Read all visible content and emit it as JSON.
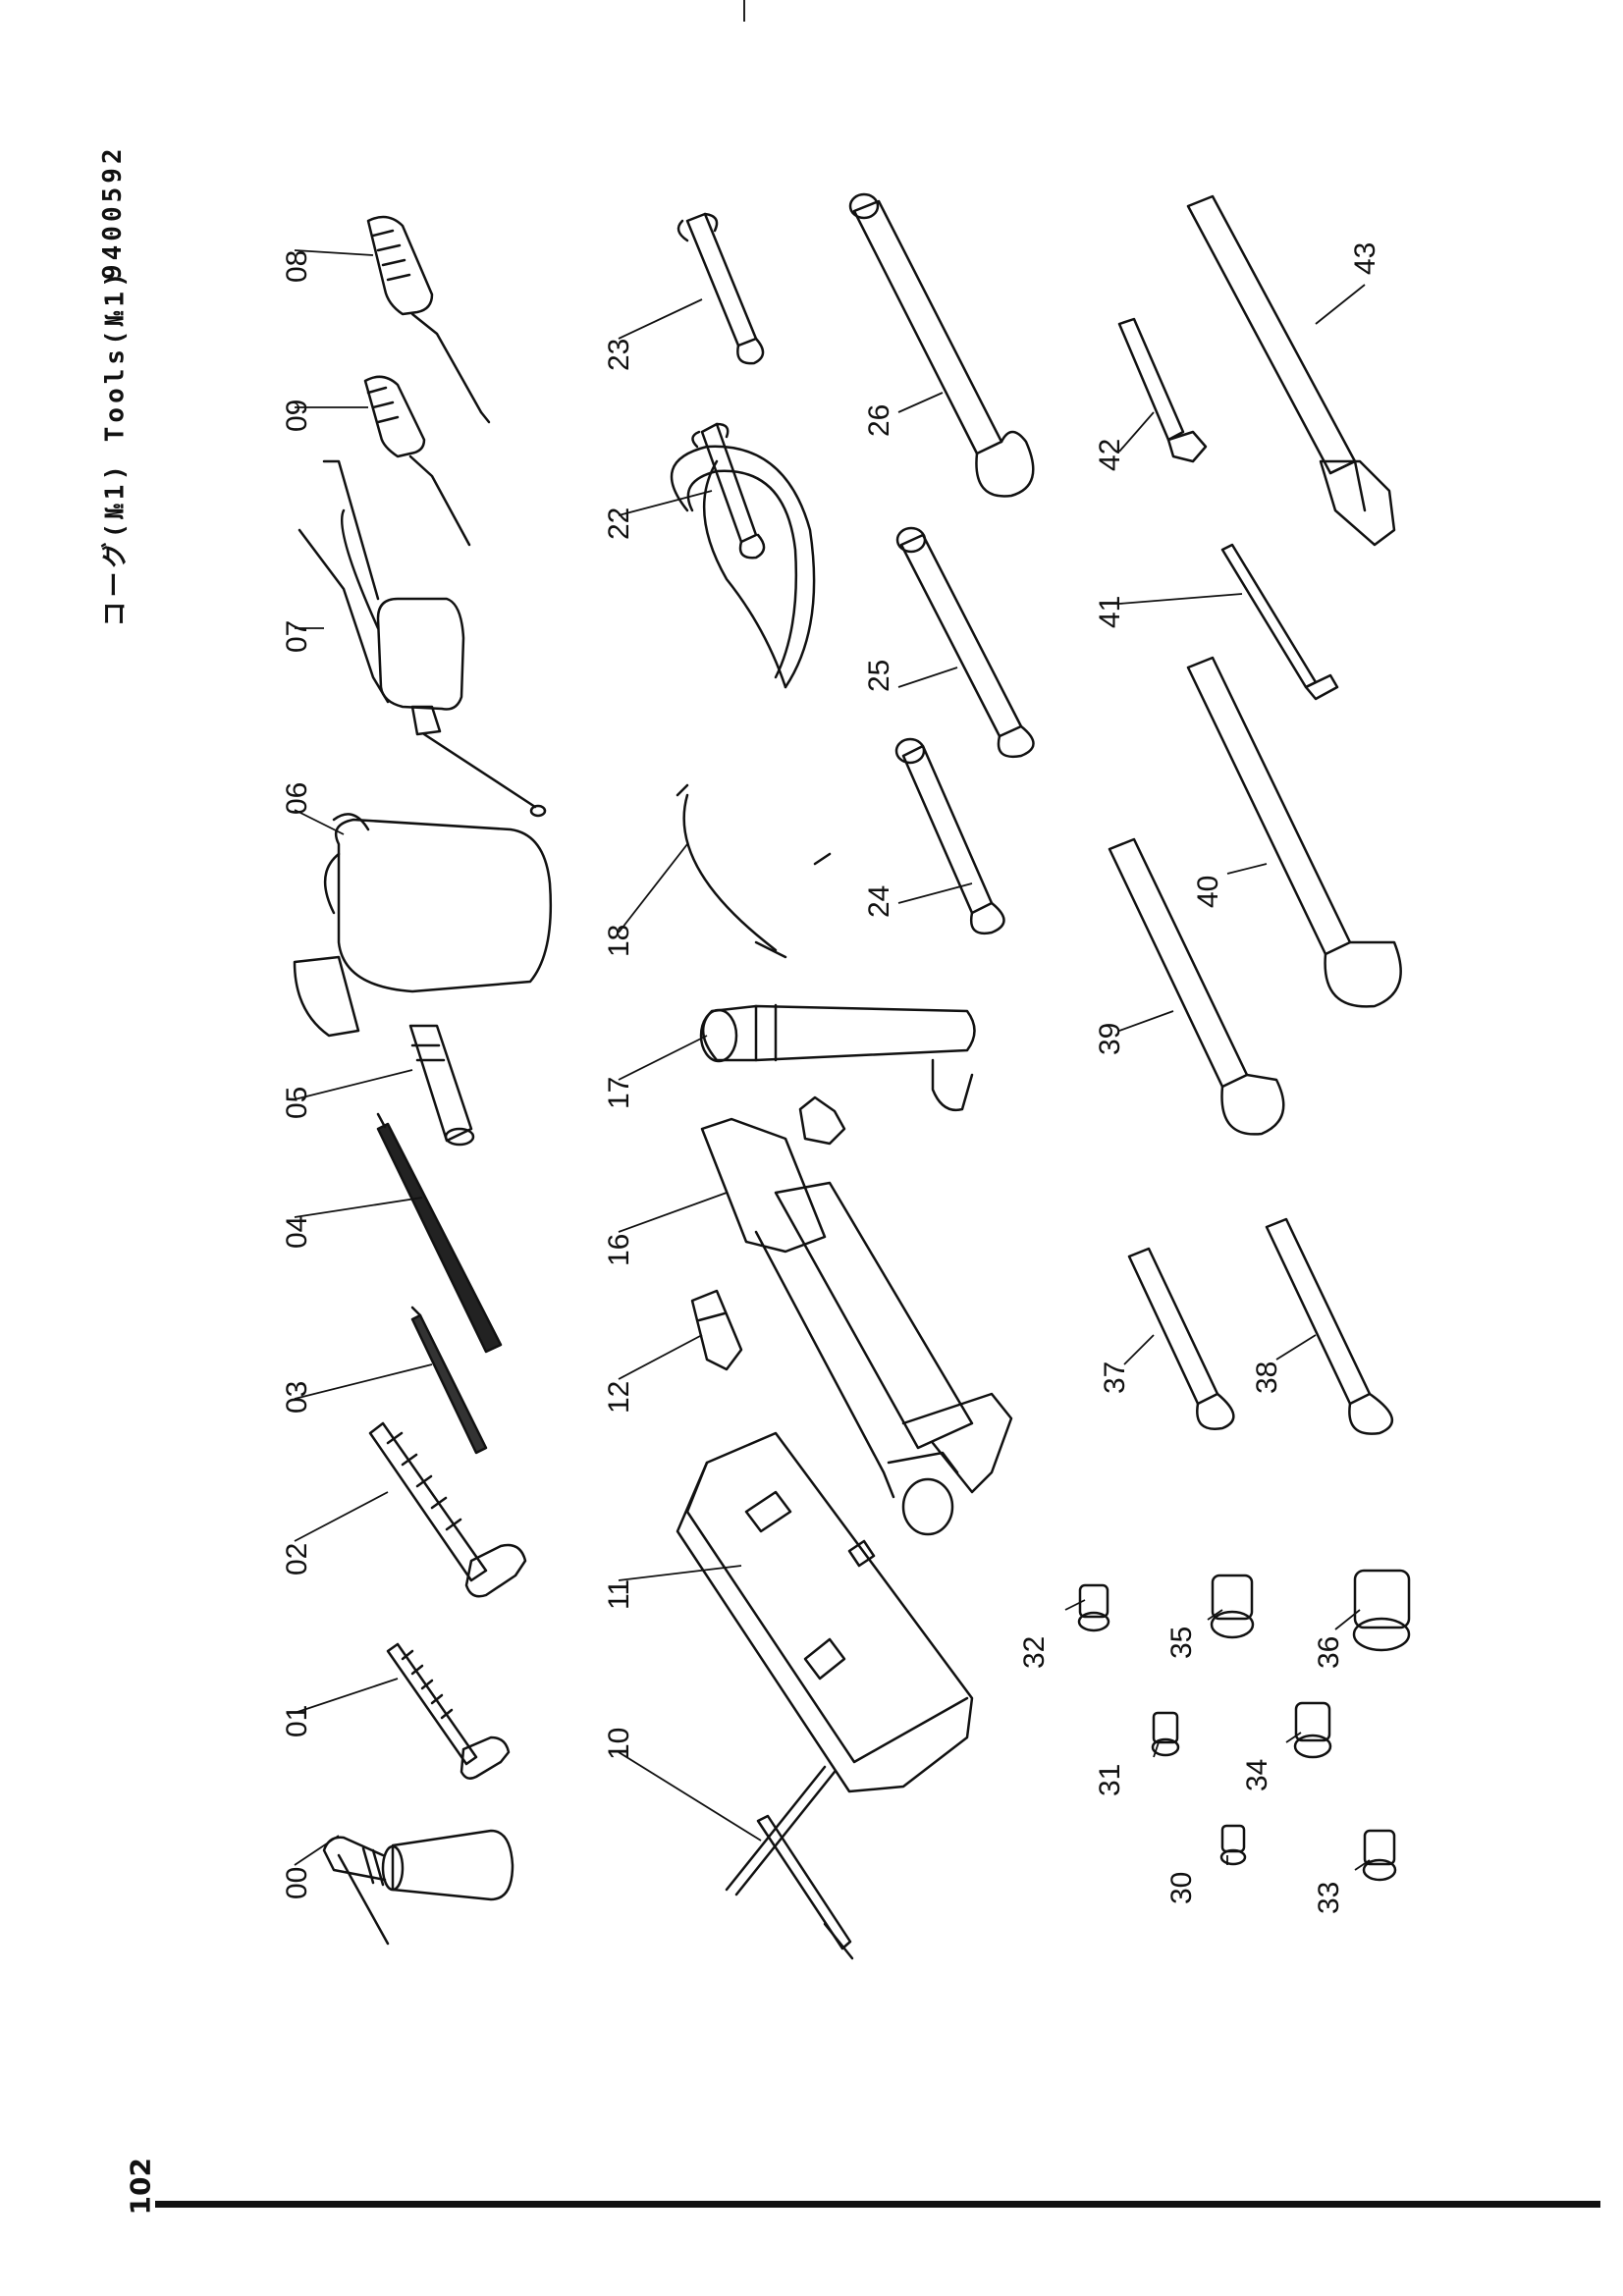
{
  "header": {
    "part_title": "コーグ(№1)  Tools(№1)",
    "part_number": "9400592"
  },
  "page_number": "102",
  "parts": [
    {
      "id": "p00",
      "label": "00",
      "tool": "grease-gun-icon"
    },
    {
      "id": "p01",
      "label": "01",
      "tool": "ball-peen-hammer-small-icon"
    },
    {
      "id": "p02",
      "label": "02",
      "tool": "ball-peen-hammer-icon"
    },
    {
      "id": "p03",
      "label": "03",
      "tool": "file-small-icon"
    },
    {
      "id": "p04",
      "label": "04",
      "tool": "file-large-icon"
    },
    {
      "id": "p05",
      "label": "05",
      "tool": "adapter-icon"
    },
    {
      "id": "p06",
      "label": "06",
      "tool": "oil-jug-icon"
    },
    {
      "id": "p07",
      "label": "07",
      "tool": "grease-pump-icon"
    },
    {
      "id": "p08",
      "label": "08",
      "tool": "screwdriver-large-icon"
    },
    {
      "id": "p09",
      "label": "09",
      "tool": "screwdriver-small-icon"
    },
    {
      "id": "p10",
      "label": "10",
      "tool": "t-handle-icon"
    },
    {
      "id": "p11",
      "label": "11",
      "tool": "tool-box-icon"
    },
    {
      "id": "p12",
      "label": "12",
      "tool": "clip-icon"
    },
    {
      "id": "p16",
      "label": "16",
      "tool": "hydraulic-jack-icon"
    },
    {
      "id": "p17",
      "label": "17",
      "tool": "jack-cylinder-icon"
    },
    {
      "id": "p18",
      "label": "18",
      "tool": "hose-icon"
    },
    {
      "id": "p22",
      "label": "22",
      "tool": "wrench-small-icon"
    },
    {
      "id": "p23",
      "label": "23",
      "tool": "wrench-small-icon"
    },
    {
      "id": "p24",
      "label": "24",
      "tool": "wrench-icon"
    },
    {
      "id": "p25",
      "label": "25",
      "tool": "wrench-icon"
    },
    {
      "id": "p26",
      "label": "26",
      "tool": "wrench-large-icon"
    },
    {
      "id": "p30",
      "label": "30",
      "tool": "socket-icon"
    },
    {
      "id": "p31",
      "label": "31",
      "tool": "socket-icon"
    },
    {
      "id": "p32",
      "label": "32",
      "tool": "socket-icon"
    },
    {
      "id": "p33",
      "label": "33",
      "tool": "socket-icon"
    },
    {
      "id": "p34",
      "label": "34",
      "tool": "socket-icon"
    },
    {
      "id": "p35",
      "label": "35",
      "tool": "socket-icon"
    },
    {
      "id": "p36",
      "label": "36",
      "tool": "socket-large-icon"
    },
    {
      "id": "p37",
      "label": "37",
      "tool": "wrench-icon"
    },
    {
      "id": "p38",
      "label": "38",
      "tool": "wrench-icon"
    },
    {
      "id": "p39",
      "label": "39",
      "tool": "wrench-large-icon"
    },
    {
      "id": "p40",
      "label": "40",
      "tool": "wrench-large-icon"
    },
    {
      "id": "p41",
      "label": "41",
      "tool": "hex-key-icon"
    },
    {
      "id": "p42",
      "label": "42",
      "tool": "adjustable-wrench-small-icon"
    },
    {
      "id": "p43",
      "label": "43",
      "tool": "adjustable-wrench-large-icon"
    }
  ]
}
